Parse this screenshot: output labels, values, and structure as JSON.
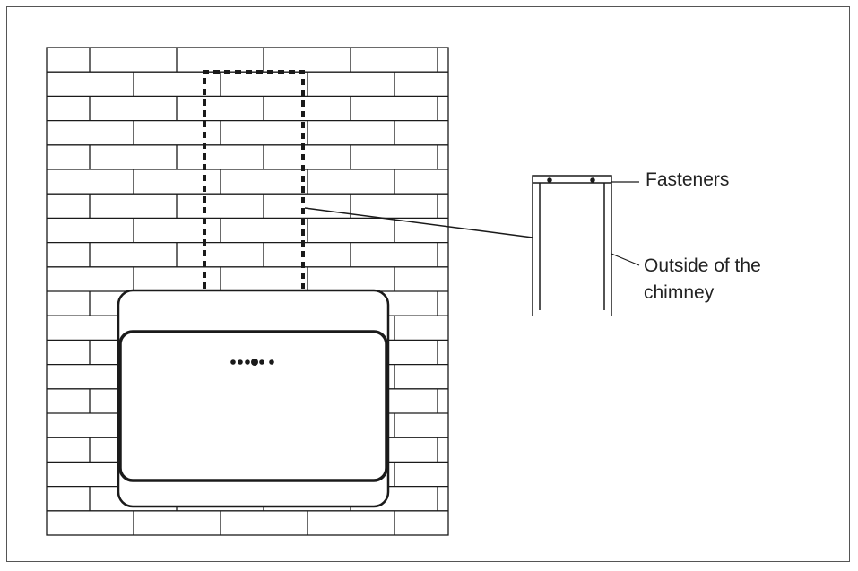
{
  "labels": {
    "fasteners": "Fasteners",
    "outside_line1": "Outside of the",
    "outside_line2": "chimney"
  },
  "colors": {
    "line": "#1a1a1a",
    "frame": "#555555",
    "background": "#ffffff"
  },
  "icons": {
    "wall": "brick-wall",
    "hood": "cooker-hood",
    "chimney": "chimney-bracket"
  }
}
